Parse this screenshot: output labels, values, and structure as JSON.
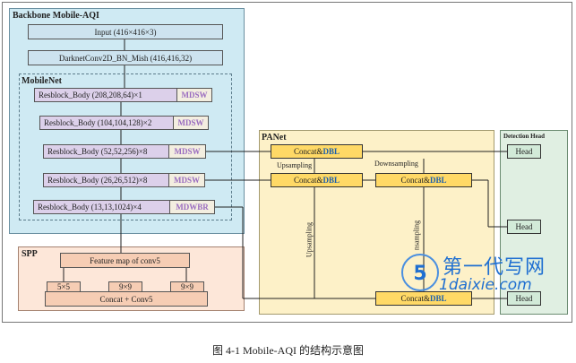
{
  "backbone": {
    "title": "Backbone Mobile-AQI",
    "input": "Input (416×416×3)",
    "darknet": "DarknetConv2D_BN_Mish (416,416,32)"
  },
  "mobilenet": {
    "title": "MobileNet",
    "blocks": [
      {
        "label": "Resblock_Body (208,208,64)×1",
        "tag": "MDSW"
      },
      {
        "label": "Resblock_Body (104,104,128)×2",
        "tag": "MDSW"
      },
      {
        "label": "Resblock_Body (52,52,256)×8",
        "tag": "MDSW"
      },
      {
        "label": "Resblock_Body (26,26,512)×8",
        "tag": "MDSW"
      },
      {
        "label": "Resblock_Body (13,13,1024)×4",
        "tag": "MDWBR"
      }
    ]
  },
  "panet": {
    "title": "PANet",
    "concat_prefix": "Concat&",
    "concat_suffix": "DBL",
    "upsampling": "Upsampling",
    "downsampling": "Downsampling",
    "upsampling_v": "Upsampling",
    "downsampling_v": "nsampling"
  },
  "detection": {
    "title": "Detection Head",
    "head": "Head"
  },
  "spp": {
    "title": "SPP",
    "feature": "Feature map of conv5",
    "pool1": "5×5",
    "pool2": "9×9",
    "pool3": "9×9",
    "concat": "Concat + Conv5"
  },
  "watermark": {
    "line1": "第一代写网",
    "line2": "1daixie.com"
  },
  "caption": "图 4-1 Mobile-AQI 的结构示意图",
  "colors": {
    "backbone_bg": "#cfeaf3",
    "panet_bg": "#fdf1c8",
    "detection_bg": "#e0efe2",
    "spp_bg": "#fde7d9",
    "concat": "#ffd966",
    "dbl_text": "#1b5fae",
    "tag_text": "#9a6cc0"
  }
}
